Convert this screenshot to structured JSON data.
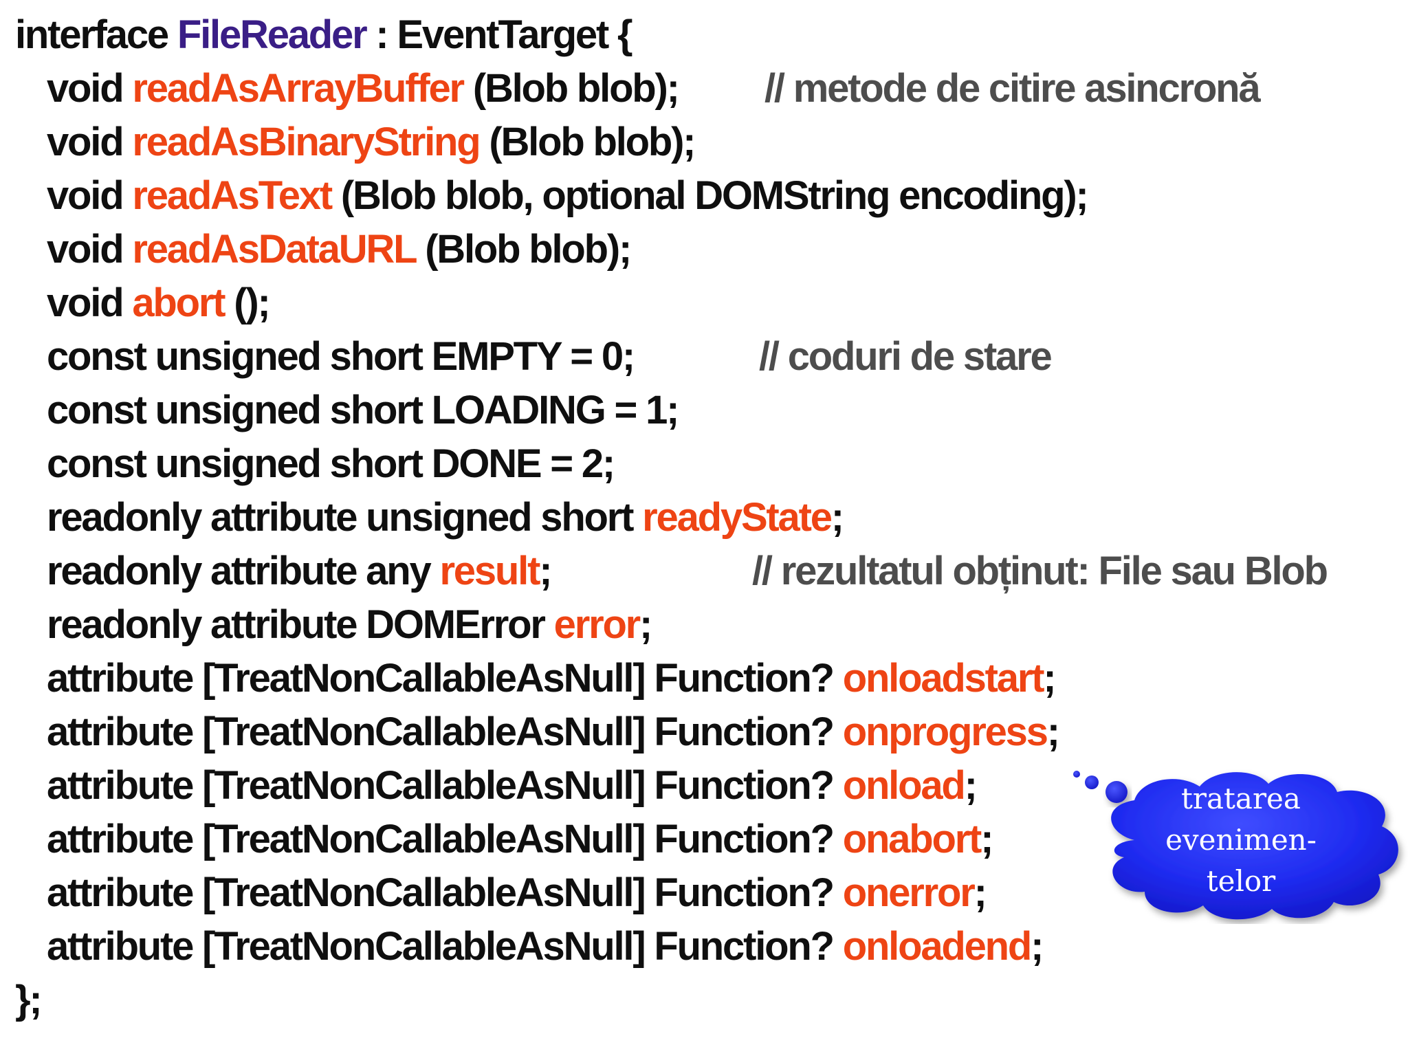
{
  "code": {
    "lines": [
      {
        "indent": false,
        "parts": [
          {
            "t": "interface ",
            "c": "plain"
          },
          {
            "t": "FileReader",
            "c": "purple"
          },
          {
            "t": " : EventTarget {",
            "c": "plain"
          }
        ]
      },
      {
        "indent": true,
        "parts": [
          {
            "t": "void ",
            "c": "plain"
          },
          {
            "t": "readAsArrayBuffer",
            "c": "red"
          },
          {
            "t": " (Blob blob);",
            "c": "plain"
          }
        ],
        "comment": "// metode de citire asincronă",
        "comment_at": 1090
      },
      {
        "indent": true,
        "parts": [
          {
            "t": "void ",
            "c": "plain"
          },
          {
            "t": "readAsBinaryString",
            "c": "red"
          },
          {
            "t": " (Blob blob);",
            "c": "plain"
          }
        ]
      },
      {
        "indent": true,
        "parts": [
          {
            "t": "void ",
            "c": "plain"
          },
          {
            "t": "readAsText",
            "c": "red"
          },
          {
            "t": " (Blob blob, optional DOMString encoding);",
            "c": "plain"
          }
        ]
      },
      {
        "indent": true,
        "parts": [
          {
            "t": "void ",
            "c": "plain"
          },
          {
            "t": "readAsDataURL",
            "c": "red"
          },
          {
            "t": " (Blob blob);",
            "c": "plain"
          }
        ]
      },
      {
        "indent": true,
        "parts": [
          {
            "t": "void ",
            "c": "plain"
          },
          {
            "t": "abort",
            "c": "red"
          },
          {
            "t": " ();",
            "c": "plain"
          }
        ]
      },
      {
        "indent": true,
        "parts": [
          {
            "t": "const unsigned short EMPTY = 0;",
            "c": "plain"
          }
        ],
        "comment": "// coduri de stare",
        "comment_at": 1082
      },
      {
        "indent": true,
        "parts": [
          {
            "t": "const unsigned short LOADING = 1;",
            "c": "plain"
          }
        ]
      },
      {
        "indent": true,
        "parts": [
          {
            "t": "const unsigned short DONE = 2;",
            "c": "plain"
          }
        ]
      },
      {
        "indent": true,
        "parts": [
          {
            "t": "readonly attribute unsigned short ",
            "c": "plain"
          },
          {
            "t": "readyState",
            "c": "red"
          },
          {
            "t": ";",
            "c": "plain"
          }
        ]
      },
      {
        "indent": true,
        "parts": [
          {
            "t": "readonly attribute any ",
            "c": "plain"
          },
          {
            "t": "result",
            "c": "red"
          },
          {
            "t": ";",
            "c": "plain"
          }
        ],
        "comment": "// rezultatul obținut: File sau Blob",
        "comment_at": 1072
      },
      {
        "indent": true,
        "parts": [
          {
            "t": "readonly attribute DOMError ",
            "c": "plain"
          },
          {
            "t": "error",
            "c": "red"
          },
          {
            "t": ";",
            "c": "plain"
          }
        ]
      },
      {
        "indent": true,
        "parts": [
          {
            "t": "attribute [TreatNonCallableAsNull] Function? ",
            "c": "plain"
          },
          {
            "t": "onloadstart",
            "c": "red"
          },
          {
            "t": ";",
            "c": "plain"
          }
        ]
      },
      {
        "indent": true,
        "parts": [
          {
            "t": "attribute [TreatNonCallableAsNull] Function? ",
            "c": "plain"
          },
          {
            "t": "onprogress",
            "c": "red"
          },
          {
            "t": ";",
            "c": "plain"
          }
        ]
      },
      {
        "indent": true,
        "parts": [
          {
            "t": "attribute [TreatNonCallableAsNull] Function? ",
            "c": "plain"
          },
          {
            "t": "onload",
            "c": "red"
          },
          {
            "t": ";",
            "c": "plain"
          }
        ]
      },
      {
        "indent": true,
        "parts": [
          {
            "t": "attribute [TreatNonCallableAsNull] Function? ",
            "c": "plain"
          },
          {
            "t": "onabort",
            "c": "red"
          },
          {
            "t": ";",
            "c": "plain"
          }
        ]
      },
      {
        "indent": true,
        "parts": [
          {
            "t": "attribute [TreatNonCallableAsNull] Function? ",
            "c": "plain"
          },
          {
            "t": "onerror",
            "c": "red"
          },
          {
            "t": ";",
            "c": "plain"
          }
        ]
      },
      {
        "indent": true,
        "parts": [
          {
            "t": "attribute [TreatNonCallableAsNull] Function? ",
            "c": "plain"
          },
          {
            "t": "onloadend",
            "c": "red"
          },
          {
            "t": ";",
            "c": "plain"
          }
        ]
      },
      {
        "indent": false,
        "parts": [
          {
            "t": "};",
            "c": "plain"
          }
        ]
      }
    ]
  },
  "callout": {
    "icon": "thought-cloud-icon",
    "lines": [
      "tratarea",
      "evenimen-",
      "telor"
    ]
  },
  "colors": {
    "text": "#0f0f0f",
    "highlight": "#ee4414",
    "interface_name": "#3a1e86",
    "comment": "#4d4d4d",
    "cloud_fill": "#1f2bf0",
    "cloud_text": "#ffffff"
  }
}
